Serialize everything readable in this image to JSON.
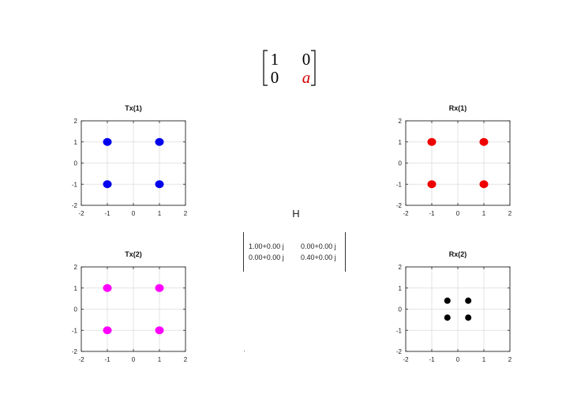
{
  "top_matrix": {
    "r1c1": "1",
    "r1c2": "0",
    "r2c1": "0",
    "r2c2": "a",
    "r2c2_color": "#d40000"
  },
  "h_matrix": {
    "title": "H",
    "rows": [
      [
        "1.00+0.00 j",
        "0.00+0.00 j"
      ],
      [
        "0.00+0.00 j",
        "0.40+0.00 j"
      ]
    ]
  },
  "chart_data": [
    {
      "type": "scatter",
      "title": "Tx(1)",
      "xlim": [
        -2,
        2
      ],
      "ylim": [
        -2,
        2
      ],
      "xticks": [
        "-2",
        "-1",
        "0",
        "1",
        "2"
      ],
      "yticks": [
        "-2",
        "-1",
        "0",
        "1",
        "2"
      ],
      "grid": true,
      "color": "#0000ee",
      "points": [
        [
          -1,
          1
        ],
        [
          1,
          1
        ],
        [
          -1,
          -1
        ],
        [
          1,
          -1
        ]
      ]
    },
    {
      "type": "scatter",
      "title": "Rx(1)",
      "xlim": [
        -2,
        2
      ],
      "ylim": [
        -2,
        2
      ],
      "xticks": [
        "-2",
        "-1",
        "0",
        "1",
        "2"
      ],
      "yticks": [
        "-2",
        "-1",
        "0",
        "1",
        "2"
      ],
      "grid": true,
      "color": "#ee0000",
      "points": [
        [
          -1,
          1
        ],
        [
          1,
          1
        ],
        [
          -1,
          -1
        ],
        [
          1,
          -1
        ]
      ]
    },
    {
      "type": "scatter",
      "title": "Tx(2)",
      "xlim": [
        -2,
        2
      ],
      "ylim": [
        -2,
        2
      ],
      "xticks": [
        "-2",
        "-1",
        "0",
        "1",
        "2"
      ],
      "yticks": [
        "-2",
        "-1",
        "0",
        "1",
        "2"
      ],
      "grid": true,
      "color": "#ff00ff",
      "points": [
        [
          -1,
          1
        ],
        [
          1,
          1
        ],
        [
          -1,
          -1
        ],
        [
          1,
          -1
        ]
      ]
    },
    {
      "type": "scatter",
      "title": "Rx(2)",
      "xlim": [
        -2,
        2
      ],
      "ylim": [
        -2,
        2
      ],
      "xticks": [
        "-2",
        "-1",
        "0",
        "1",
        "2"
      ],
      "yticks": [
        "-2",
        "-1",
        "0",
        "1",
        "2"
      ],
      "grid": true,
      "color": "#000000",
      "points": [
        [
          -0.4,
          0.4
        ],
        [
          0.4,
          0.4
        ],
        [
          -0.4,
          -0.4
        ],
        [
          0.4,
          -0.4
        ]
      ]
    }
  ]
}
